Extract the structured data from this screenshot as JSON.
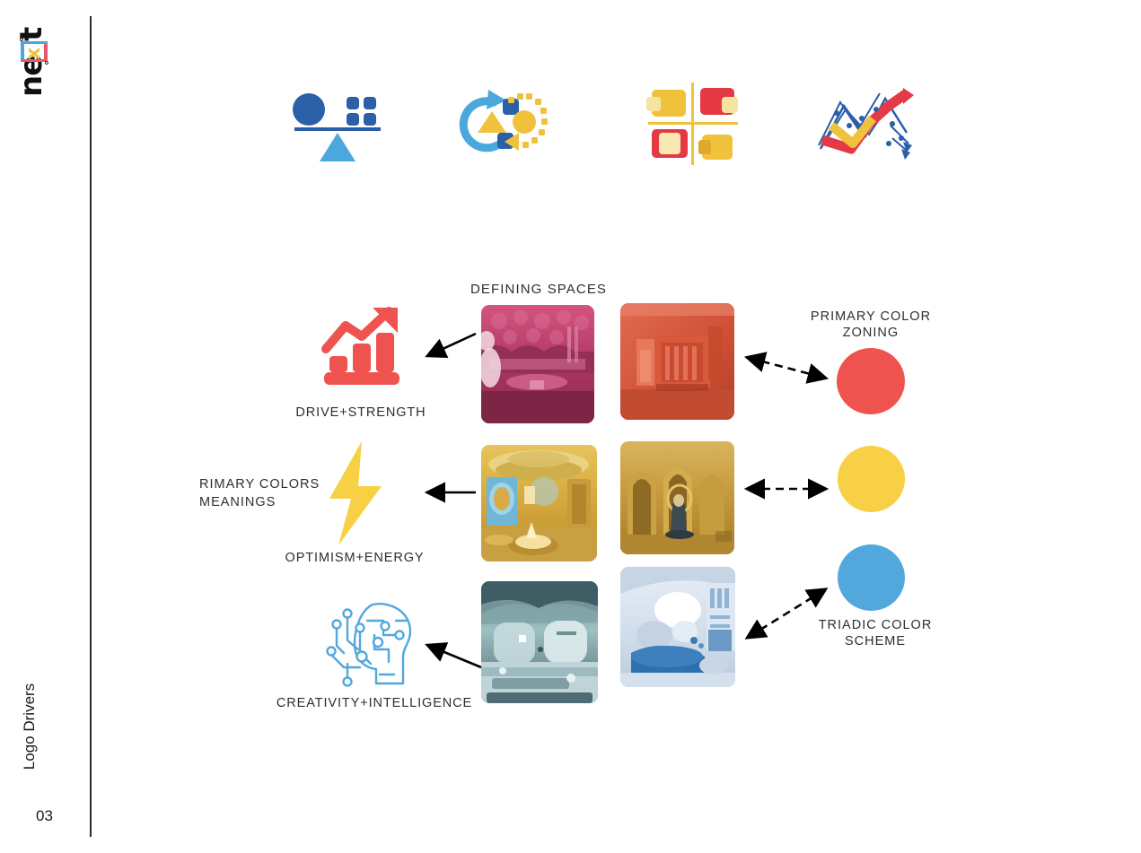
{
  "slide": {
    "brand": {
      "logo_text": "ne",
      "logo_bracket_letter": "x",
      "logo_trailing": "t",
      "full_name": "ne[x]t"
    },
    "side_label": "Logo Drivers",
    "page_number": "03",
    "background_color": "#ffffff",
    "rule_color": "#2b2b2b"
  },
  "top_icons": [
    {
      "name": "balance-scale-icon",
      "title": "Balance",
      "colors": [
        "#2b5fa8",
        "#4aa8dd"
      ]
    },
    {
      "name": "cycle-flow-icon",
      "title": "Iteration Cycle",
      "colors": [
        "#4aa8dd",
        "#f0c23c",
        "#2b5fa8"
      ]
    },
    {
      "name": "quadrant-grid-icon",
      "title": "Quadrant Grid",
      "colors": [
        "#f0c23c",
        "#e63946"
      ]
    },
    {
      "name": "zigzag-network-icon",
      "title": "Network Trajectory",
      "colors": [
        "#e63946",
        "#f0c23c",
        "#2b5fa8"
      ]
    }
  ],
  "headings": {
    "defining_spaces": "DEFINING SPACES",
    "primary_color_zoning": "PRIMARY COLOR ZONING",
    "triadic_color_scheme": "TRIADIC COLOR SCHEME",
    "primary_colors_meanings": "RIMARY COLORS MEANINGS"
  },
  "drivers": [
    {
      "id": "drive",
      "icon": "growth-chart-icon",
      "label": "DRIVE+STRENGTH",
      "color": "#ef5350"
    },
    {
      "id": "optimism",
      "icon": "lightning-bolt-icon",
      "label": "OPTIMISM+ENERGY",
      "color": "#f7d046"
    },
    {
      "id": "creativity",
      "icon": "ai-brain-circuit-icon",
      "label": "CREATIVITY+INTELLIGENCE",
      "color": "#52a8dd"
    }
  ],
  "tiles": [
    {
      "id": "r1c1",
      "name": "pink-lounge-interior",
      "palette": [
        "#c2456f",
        "#e0609a",
        "#7c2244"
      ]
    },
    {
      "id": "r1c2",
      "name": "red-corridor-interior",
      "palette": [
        "#d9533c",
        "#e8755a",
        "#b03a28"
      ]
    },
    {
      "id": "r2c1",
      "name": "golden-rotunda-interior",
      "palette": [
        "#d8ac3c",
        "#f0d27a",
        "#6fb6d8"
      ]
    },
    {
      "id": "r2c2",
      "name": "amber-arcade-interior",
      "palette": [
        "#c79a41",
        "#e0c277",
        "#8a6a2c"
      ]
    },
    {
      "id": "r3c1",
      "name": "teal-futuristic-interior",
      "palette": [
        "#86a9ac",
        "#cfe0e2",
        "#4d6f79"
      ]
    },
    {
      "id": "r3c2",
      "name": "blue-white-pod-interior",
      "palette": [
        "#dfe7f0",
        "#2f6fae",
        "#b7cbe0"
      ]
    }
  ],
  "swatches": [
    {
      "id": "red",
      "name": "red-color-swatch",
      "hex": "#ef5350"
    },
    {
      "id": "yellow",
      "name": "yellow-color-swatch",
      "hex": "#f7d046"
    },
    {
      "id": "blue",
      "name": "blue-color-swatch",
      "hex": "#52a8dd"
    }
  ],
  "connectors": [
    {
      "id": "c1",
      "name": "solid-arrow-tile-to-drive",
      "style": "solid",
      "heads": "single"
    },
    {
      "id": "c2",
      "name": "solid-arrow-tile-to-optimism",
      "style": "solid",
      "heads": "single"
    },
    {
      "id": "c3",
      "name": "solid-arrow-tile-to-creativity",
      "style": "solid",
      "heads": "single"
    },
    {
      "id": "c4",
      "name": "dashed-arrow-tile-to-red-swatch",
      "style": "dashed",
      "heads": "double"
    },
    {
      "id": "c5",
      "name": "dashed-arrow-tile-to-yellow-swatch",
      "style": "dashed",
      "heads": "double"
    },
    {
      "id": "c6",
      "name": "dashed-arrow-tile-to-blue-swatch",
      "style": "dashed",
      "heads": "double"
    }
  ]
}
